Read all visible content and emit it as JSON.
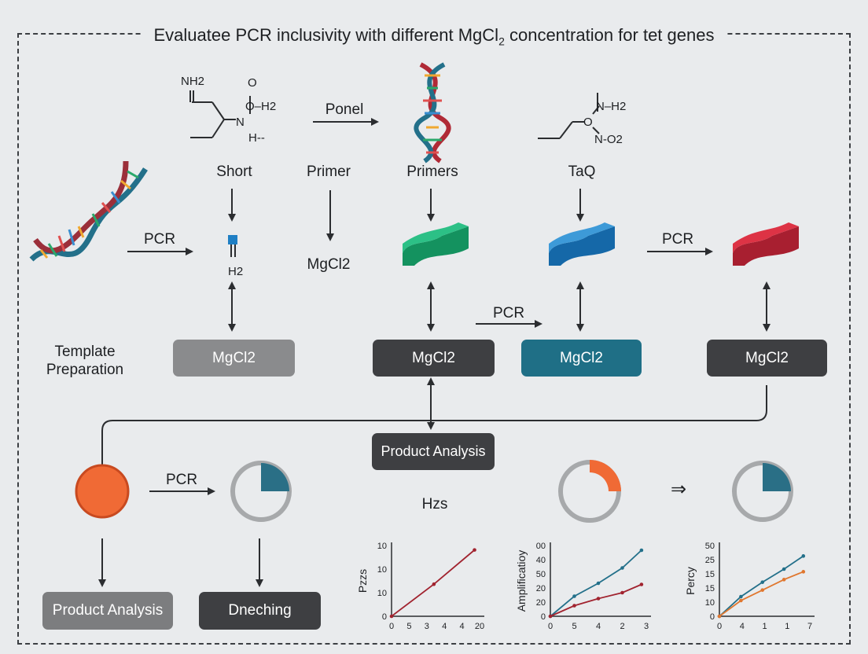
{
  "title": {
    "prefix": "Evaluatee PCR inclusivity with different MgCl",
    "subscript": "2",
    "suffix": " concentration for tet genes"
  },
  "top_labels": {
    "short": "Short",
    "primer": "Primer",
    "primers": "Primers",
    "taq": "TaQ",
    "ponel": "Ponel"
  },
  "molecule_labels": {
    "nh2": "NH2",
    "o": "O",
    "o_h2": "O–H2",
    "n": "N",
    "h_dash": "H--",
    "n_h2": "N–H2",
    "o2": "O",
    "n_o2": "N-O2",
    "h2_small": "H2"
  },
  "mid_labels": {
    "pcr_left": "PCR",
    "mgcl2_text": "MgCl2",
    "pcr_right": "PCR",
    "pcr_middle": "PCR",
    "template": "Template\nPreparation"
  },
  "boxes": {
    "box1": "MgCl2",
    "box2": "MgCl2",
    "box3": "MgCl2",
    "box4": "MgCl2"
  },
  "bottom": {
    "product_analysis_center": "Product Analysis",
    "pcr_bottom": "PCR",
    "hzs": "Hzs",
    "product_analysis_left": "Product Analysis",
    "dneching": "Dneching",
    "arrow_symbol": "⇒"
  },
  "colors": {
    "green": "#1aa870",
    "blue": "#1f7fc4",
    "red": "#c4283a",
    "orange": "#f06a35",
    "teal": "#2a6f86",
    "ring": "#a7a9ab"
  },
  "chart_data": [
    {
      "type": "line",
      "ylabel": "Pzzs",
      "x_ticks": [
        "0",
        "5",
        "3",
        "4",
        "4",
        "20"
      ],
      "y_ticks": [
        "0",
        "10",
        "10",
        "10"
      ],
      "series": [
        {
          "color": "#a1232f",
          "x": [
            0,
            2.5,
            4.9
          ],
          "y": [
            0,
            1.45,
            3.0
          ]
        }
      ]
    },
    {
      "type": "line",
      "ylabel": "Amplificatioy",
      "x_ticks": [
        "0",
        "5",
        "4",
        "2",
        "3"
      ],
      "y_ticks": [
        "0",
        "20",
        "20",
        "50",
        "40",
        "00"
      ],
      "series": [
        {
          "color": "#23708a",
          "x": [
            0,
            1,
            2,
            3,
            3.8
          ],
          "y": [
            0,
            1.7,
            2.8,
            4.1,
            5.6
          ]
        },
        {
          "color": "#a1232f",
          "x": [
            0,
            1,
            2,
            3,
            3.8
          ],
          "y": [
            0,
            0.9,
            1.5,
            2.0,
            2.7
          ]
        }
      ]
    },
    {
      "type": "line",
      "ylabel": "Percy",
      "x_ticks": [
        "0",
        "4",
        "1",
        "1",
        "7"
      ],
      "y_ticks": [
        "0",
        "10",
        "15",
        "15",
        "25",
        "50"
      ],
      "series": [
        {
          "color": "#23708a",
          "x": [
            0,
            1,
            2,
            3,
            3.9
          ],
          "y": [
            0,
            1.5,
            2.6,
            3.6,
            4.6
          ]
        },
        {
          "color": "#e0772f",
          "x": [
            0,
            1,
            2,
            3,
            3.9
          ],
          "y": [
            0,
            1.2,
            2.0,
            2.8,
            3.4
          ]
        }
      ]
    }
  ]
}
